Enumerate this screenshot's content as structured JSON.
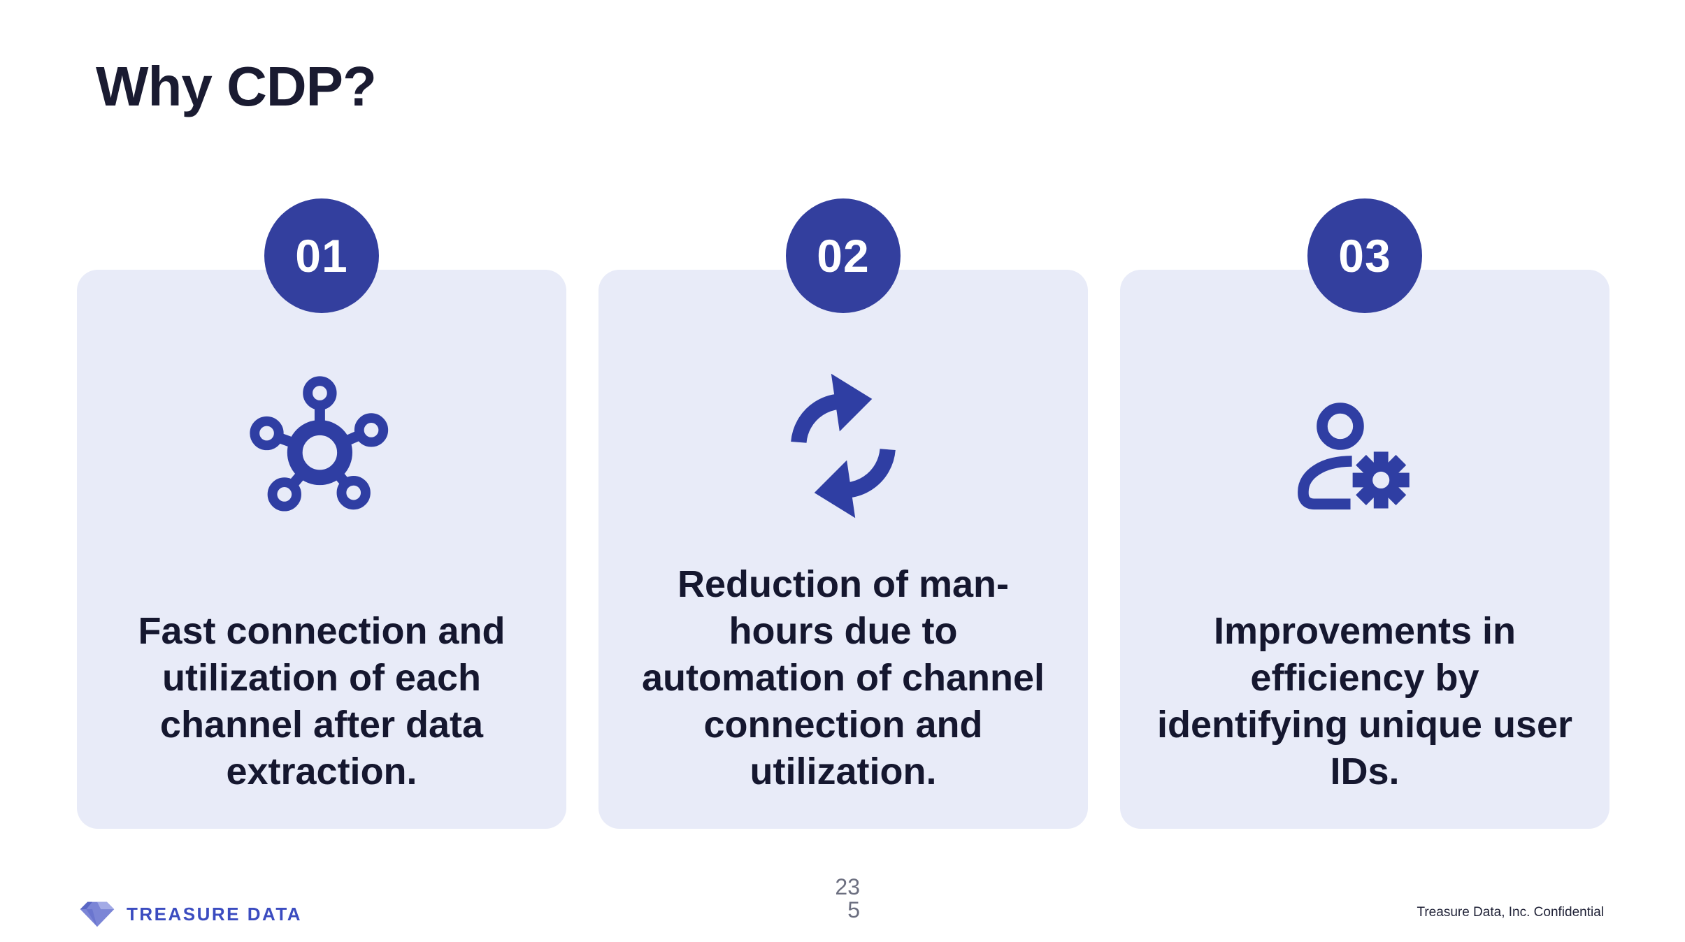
{
  "slide": {
    "title": "Why CDP?",
    "cards": [
      {
        "number": "01",
        "icon": "network-hub-icon",
        "text": "Fast connection and\nutilization of each\nchannel after data\nextraction."
      },
      {
        "number": "02",
        "icon": "refresh-cycle-icon",
        "text": "Reduction of man-\nhours due to\nautomation of channel\nconnection and\nutilization."
      },
      {
        "number": "03",
        "icon": "user-gear-icon",
        "text": "Improvements in\nefficiency by\nidentifying unique user\nIDs."
      }
    ],
    "footer": {
      "logo_text": "TREASURE DATA",
      "page_number_top": "23",
      "page_number_bottom": "5",
      "confidential": "Treasure Data, Inc. Confidential"
    },
    "colors": {
      "brand_blue": "#333f9e",
      "icon_blue": "#2f3ea3",
      "card_bg": "#e8ebf8",
      "text_dark": "#15172f",
      "title_dark": "#1a1b31",
      "logo_blue": "#3b4cc0",
      "page_gray": "#6c6f80"
    }
  }
}
